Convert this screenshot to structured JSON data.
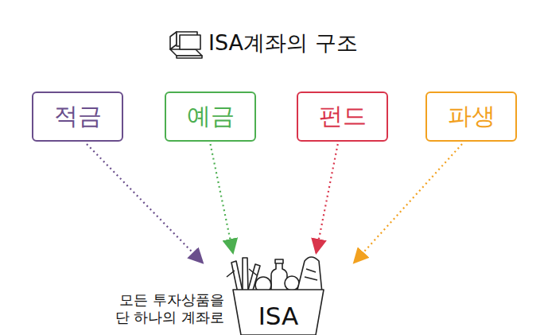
{
  "diagram": {
    "title": "ISA계좌의 구조",
    "nodes": [
      {
        "text": [
          "적금"
        ]
      },
      {
        "text": [
          "예금"
        ]
      },
      {
        "text": [
          "펀드"
        ]
      },
      {
        "text": [
          "파생"
        ]
      },
      {
        "text": [
          "ISA"
        ]
      }
    ],
    "edges": [
      {
        "from": 0,
        "to": 4,
        "arrow": "to"
      },
      {
        "from": 1,
        "to": 4,
        "arrow": "to"
      },
      {
        "from": 2,
        "to": 4,
        "arrow": "to"
      },
      {
        "from": 3,
        "to": 4,
        "arrow": "to"
      }
    ],
    "labels": [
      "모든 투자상품을 단 하나의 계좌로"
    ]
  }
}
